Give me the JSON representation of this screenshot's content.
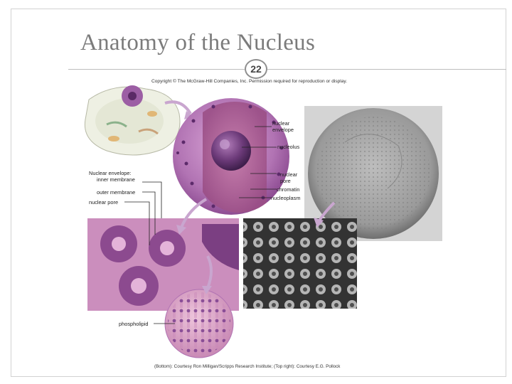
{
  "slide": {
    "title": "Anatomy of the Nucleus",
    "page_number": "22",
    "copyright": "Copyright © The McGraw-Hill Companies, Inc. Permission required for reproduction or display.",
    "credit": "(Bottom): Courtesy Ron Milligan/Scripps Research Institute; (Top right): Courtesy E.G. Pollock"
  },
  "labels": {
    "nuclear_envelope_1": "nuclear",
    "nuclear_envelope_2": "envelope",
    "nucleolus": "nucleolus",
    "nuclear_pore_right_1": "nuclear",
    "nuclear_pore_right_2": "pore",
    "chromatin": "chromatin",
    "nucleoplasm": "nucleoplasm",
    "envelope_inner_1": "Nuclear envelope:",
    "envelope_inner_2": "inner membrane",
    "outer_membrane": "outer membrane",
    "nuclear_pore_left": "nuclear pore",
    "phospholipid": "phospholipid"
  }
}
